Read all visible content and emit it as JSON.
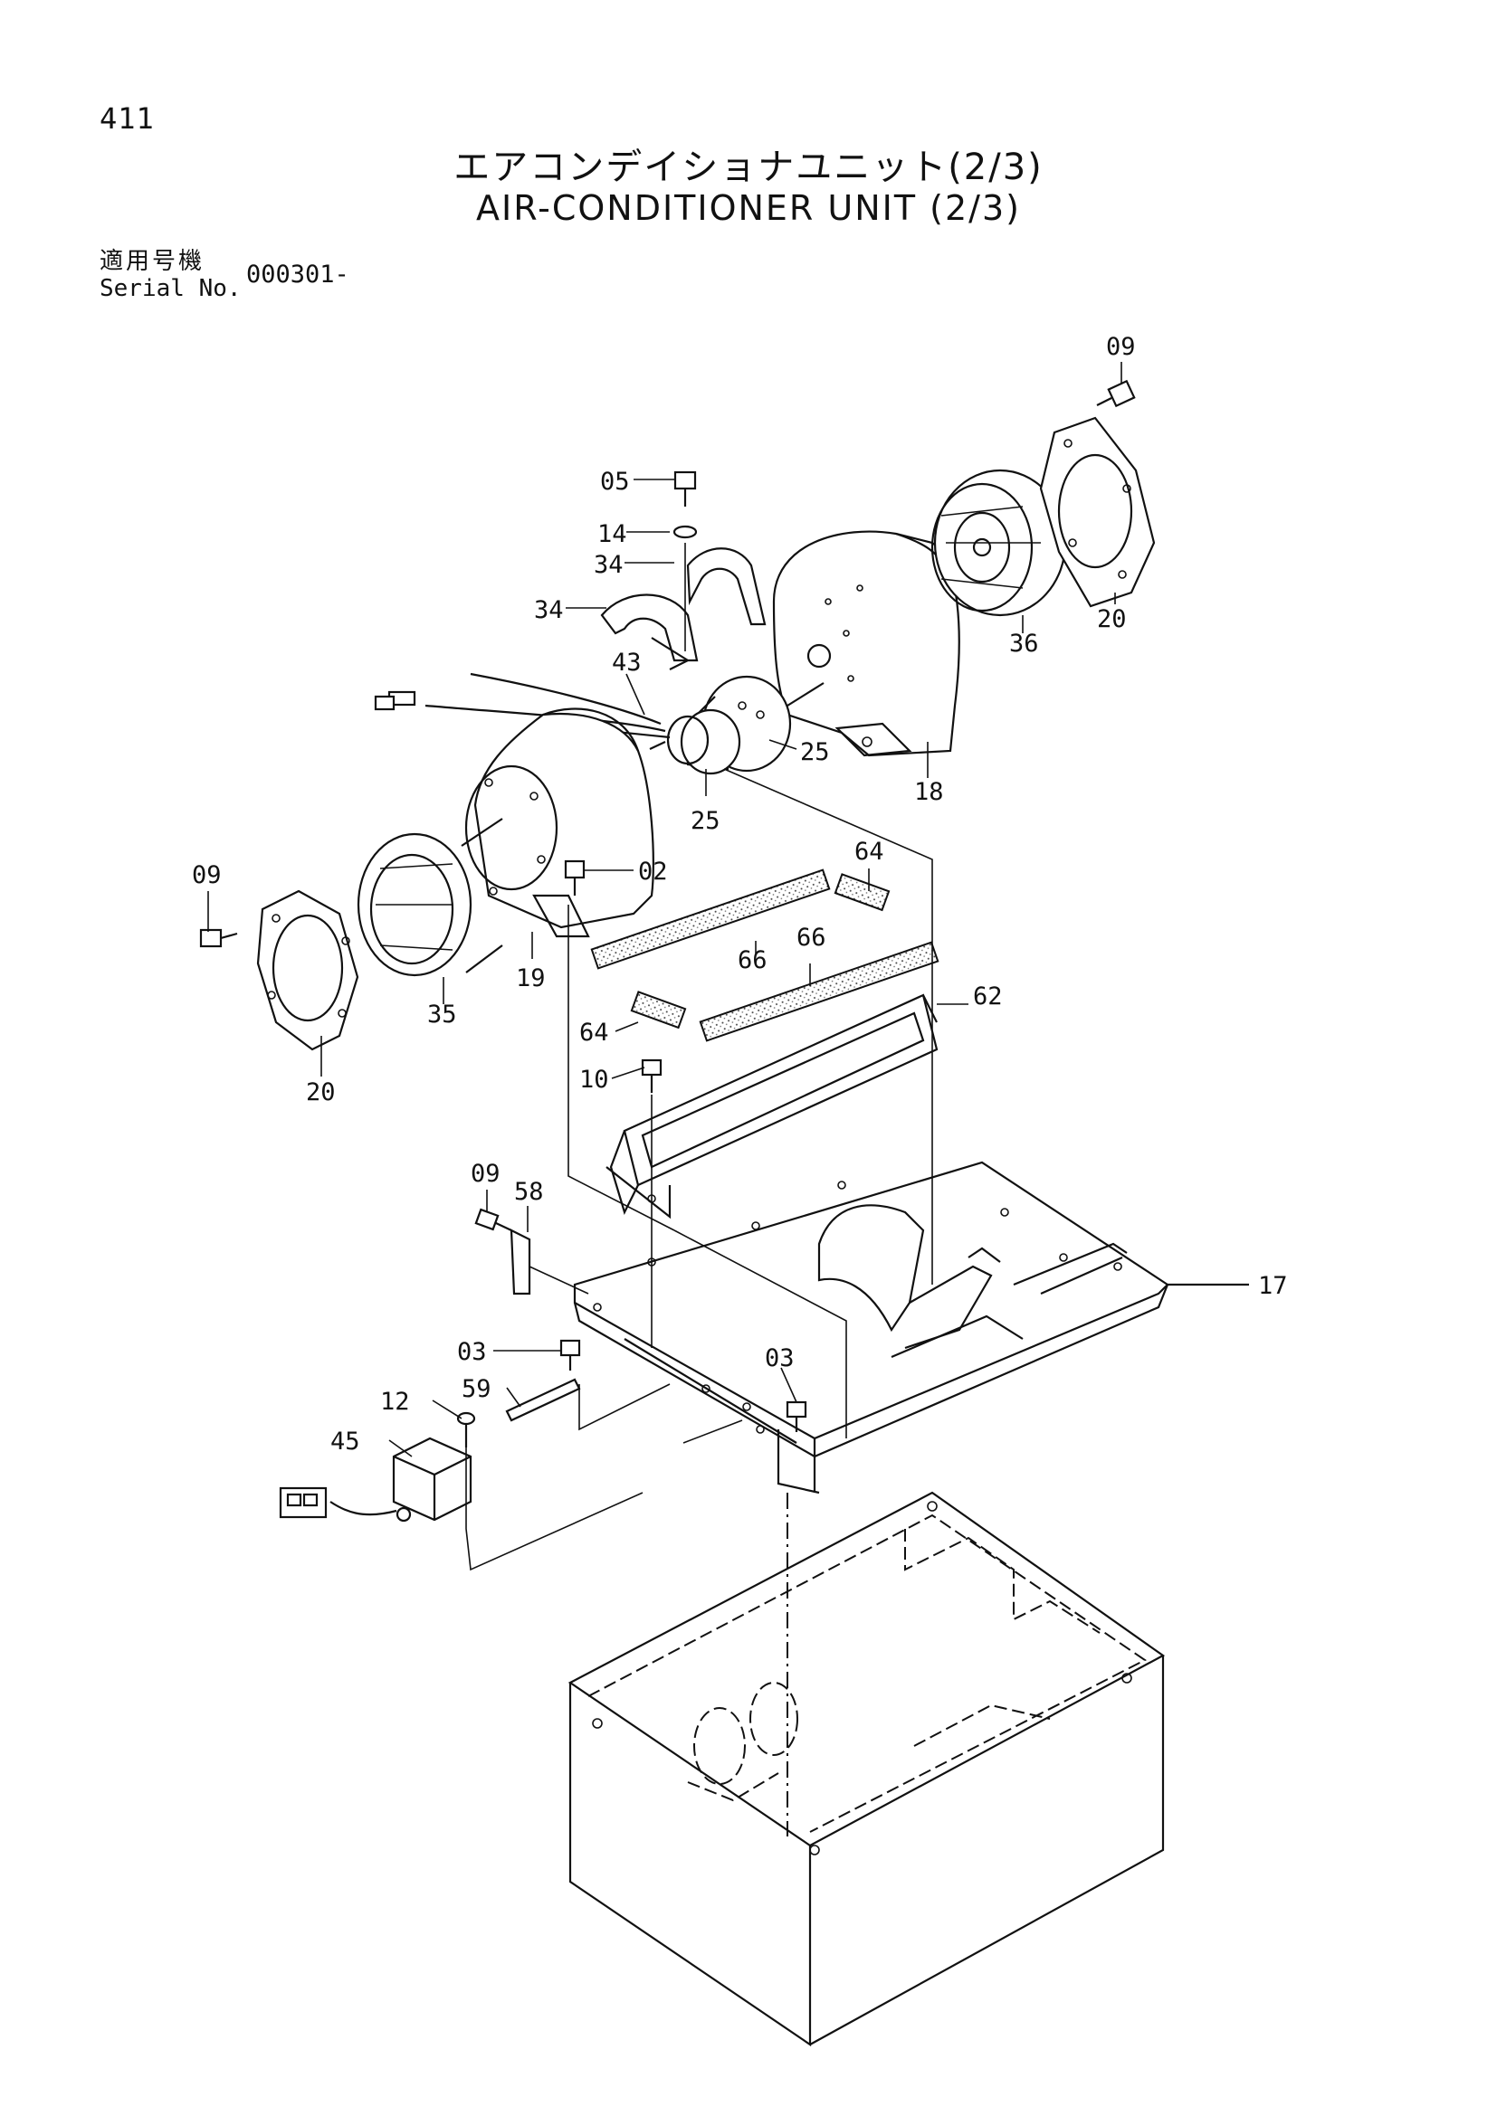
{
  "header": {
    "page_number": "411",
    "title_jp": "エアコンデイショナユニット(2/3)",
    "title_en": "AIR-CONDITIONER UNIT (2/3)",
    "serial_label_jp": "適用号機",
    "serial_label_en": "Serial No.",
    "serial_value": "000301-"
  },
  "callouts": {
    "p09_top": "09",
    "p05": "05",
    "p14": "14",
    "p34_a": "34",
    "p34_b": "34",
    "p20_right": "20",
    "p36": "36",
    "p43": "43",
    "p25_a": "25",
    "p25_b": "25",
    "p18": "18",
    "p09_left": "09",
    "p02": "02",
    "p64_a": "64",
    "p66_a": "66",
    "p66_b": "66",
    "p62": "62",
    "p35": "35",
    "p19": "19",
    "p20_left": "20",
    "p64_b": "64",
    "p10": "10",
    "p09_mid": "09",
    "p58": "58",
    "p17": "17",
    "p03_a": "03",
    "p03_b": "03",
    "p59": "59",
    "p12": "12",
    "p45": "45"
  }
}
